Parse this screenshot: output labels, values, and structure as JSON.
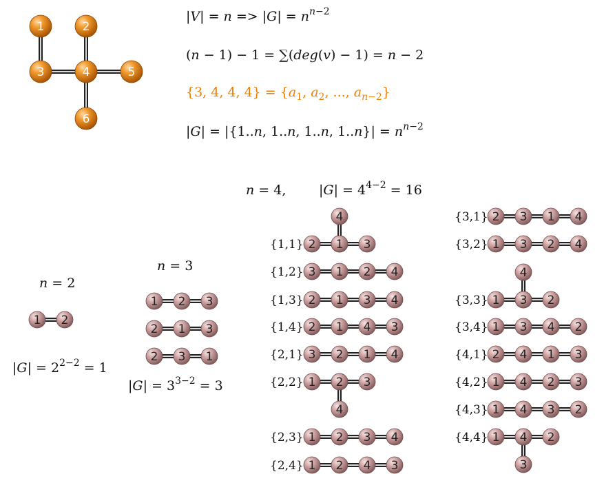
{
  "colors": {
    "main_node": "#e07a0c",
    "main_node_text": "#ffffff",
    "small_node": "#c99a9a",
    "small_node_text": "#222222",
    "edge": "#222222",
    "highlight_formula": "#ef7d00"
  },
  "main_tree": {
    "node_labels": [
      "1",
      "2",
      "3",
      "4",
      "5",
      "6"
    ],
    "edges": [
      [
        "1",
        "3"
      ],
      [
        "2",
        "4"
      ],
      [
        "3",
        "4"
      ],
      [
        "4",
        "5"
      ],
      [
        "4",
        "6"
      ]
    ]
  },
  "formulas": {
    "f1": "|V| = n  =>  |G| = n^(n−2)",
    "f2": "(n − 1) − 1 = ∑(deg(v) − 1) = n − 2",
    "f3": "{3, 4, 4, 4} = {a1, a2, ..., an−2}",
    "f4": "|G| = |{1..n, 1..n, 1..n, 1..n}| = n^(n−2)"
  },
  "n2": {
    "heading": "n = 2",
    "count": "|G| = 2^(2−2) = 1",
    "trees": [
      [
        "1",
        "2"
      ]
    ]
  },
  "n3": {
    "heading": "n = 3",
    "count": "|G| = 3^(3−2) = 3",
    "trees": [
      [
        "1",
        "2",
        "3"
      ],
      [
        "2",
        "1",
        "3"
      ],
      [
        "2",
        "3",
        "1"
      ]
    ]
  },
  "n4": {
    "heading": "n = 4,",
    "count": "|G| = 4^(4−2) = 16",
    "column1": [
      {
        "code": "{1,1}",
        "path": [
          "2",
          "1",
          "3"
        ],
        "branch": "4",
        "branch_at": "1",
        "branch_dir": "up"
      },
      {
        "code": "{1,2}",
        "path": [
          "3",
          "1",
          "2",
          "4"
        ]
      },
      {
        "code": "{1,3}",
        "path": [
          "2",
          "1",
          "3",
          "4"
        ]
      },
      {
        "code": "{1,4}",
        "path": [
          "2",
          "1",
          "4",
          "3"
        ]
      },
      {
        "code": "{2,1}",
        "path": [
          "3",
          "2",
          "1",
          "4"
        ]
      },
      {
        "code": "{2,2}",
        "path": [
          "1",
          "2",
          "3"
        ],
        "branch": "4",
        "branch_at": "2",
        "branch_dir": "down"
      },
      {
        "code": "{2,3}",
        "path": [
          "1",
          "2",
          "3",
          "4"
        ]
      },
      {
        "code": "{2,4}",
        "path": [
          "1",
          "2",
          "4",
          "3"
        ]
      }
    ],
    "column2": [
      {
        "code": "{3,1}",
        "path": [
          "2",
          "3",
          "1",
          "4"
        ]
      },
      {
        "code": "{3,2}",
        "path": [
          "1",
          "3",
          "2",
          "4"
        ]
      },
      {
        "code": "{3,3}",
        "path": [
          "1",
          "3",
          "2"
        ],
        "branch": "4",
        "branch_at": "3",
        "branch_dir": "up"
      },
      {
        "code": "{3,4}",
        "path": [
          "1",
          "3",
          "4",
          "2"
        ]
      },
      {
        "code": "{4,1}",
        "path": [
          "2",
          "4",
          "1",
          "3"
        ]
      },
      {
        "code": "{4,2}",
        "path": [
          "1",
          "4",
          "2",
          "3"
        ]
      },
      {
        "code": "{4,3}",
        "path": [
          "1",
          "4",
          "3",
          "2"
        ]
      },
      {
        "code": "{4,4}",
        "path": [
          "1",
          "4",
          "2"
        ],
        "branch": "3",
        "branch_at": "4",
        "branch_dir": "down"
      }
    ]
  }
}
